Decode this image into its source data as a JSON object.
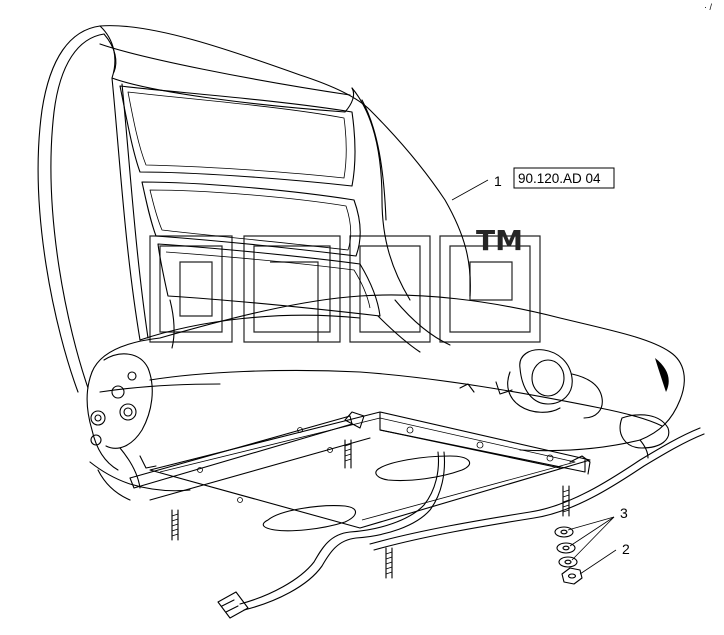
{
  "callouts": [
    {
      "label": "1",
      "ref": "90.120.AD 04"
    },
    {
      "label": "2"
    },
    {
      "label": "3"
    }
  ],
  "watermark": {
    "trademark": "TM"
  },
  "colors": {
    "line": "#000000",
    "background": "#ffffff"
  },
  "corner_mark": "· /"
}
